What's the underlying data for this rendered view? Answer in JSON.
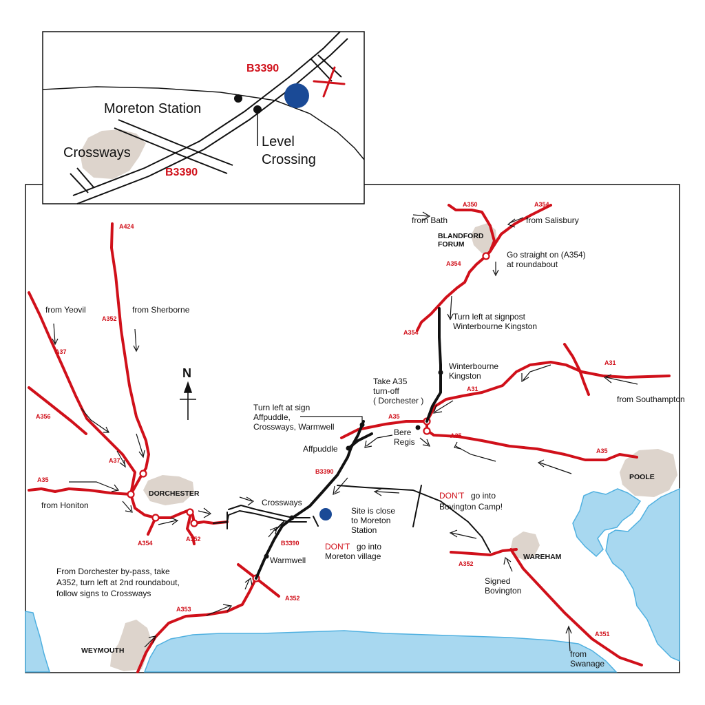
{
  "colors": {
    "road_red": "#d0101a",
    "road_black": "#111111",
    "site_blue": "#1a4a96",
    "sea": "#a8d8f0",
    "town": "#ddd4cc"
  },
  "inset": {
    "road_top": "B3390",
    "road_bottom": "B3390",
    "station": "Moreton Station",
    "crossways": "Crossways",
    "level_1": "Level",
    "level_2": "Crossing"
  },
  "north": "N",
  "roads": {
    "a424": "A424",
    "a352_n": "A352",
    "a37_w": "A37",
    "a356": "A356",
    "a37_s": "A37",
    "a35_w": "A35",
    "a354_w": "A354",
    "a352_d": "A352",
    "a350": "A350",
    "a354_ne": "A354",
    "a354_b1": "A354",
    "a354_b2": "A354",
    "a31_e": "A31",
    "a31": "A31",
    "a35_m": "A35",
    "a35_e": "A35",
    "a35_p": "A35",
    "b3390_m": "B3390",
    "b3390_s": "B3390",
    "a352_s": "A352",
    "a353": "A353",
    "a352_w": "A352",
    "a351": "A351"
  },
  "towns": {
    "blandford_1": "BLANDFORD",
    "blandford_2": "FORUM",
    "dorchester": "DORCHESTER",
    "poole": "POOLE",
    "wareham": "WAREHAM",
    "weymouth": "WEYMOUTH"
  },
  "labels": {
    "from_bath": "from Bath",
    "from_salisbury": "from Salisbury",
    "straight_1": "Go straight on (A354)",
    "straight_2": "at roundabout",
    "turn_wk_1": "Turn left at signpost",
    "turn_wk_2": "Winterbourne Kingston",
    "wk_1": "Winterbourne",
    "wk_2": "Kingston",
    "take_a35_1": "Take A35",
    "take_a35_2": "turn-off",
    "take_a35_3": "( Dorchester )",
    "from_southampton": "from Southampton",
    "bere_1": "Bere",
    "bere_2": "Regis",
    "affp_1": "Turn left at sign",
    "affp_2": "Affpuddle,",
    "affp_3": "Crossways, Warmwell",
    "affpuddle": "Affpuddle",
    "from_yeovil": "from Yeovil",
    "from_sherborne": "from Sherborne",
    "from_honiton": "from Honiton",
    "crossways": "Crossways",
    "site_1": "Site is close",
    "site_2": "to Moreton",
    "site_3": "Station",
    "dont": "DON'T",
    "moreton_1": "go into",
    "moreton_2": "Moreton village",
    "bov_1": "go into",
    "bov_2": "Bovington Camp!",
    "warmwell": "Warmwell",
    "signed_1": "Signed",
    "signed_2": "Bovington",
    "from_swanage_1": "from",
    "from_swanage_2": "Swanage",
    "dorch_1": "From Dorchester by-pass, take",
    "dorch_2": "A352, turn left at 2nd roundabout,",
    "dorch_3": "follow signs to  Crossways"
  }
}
